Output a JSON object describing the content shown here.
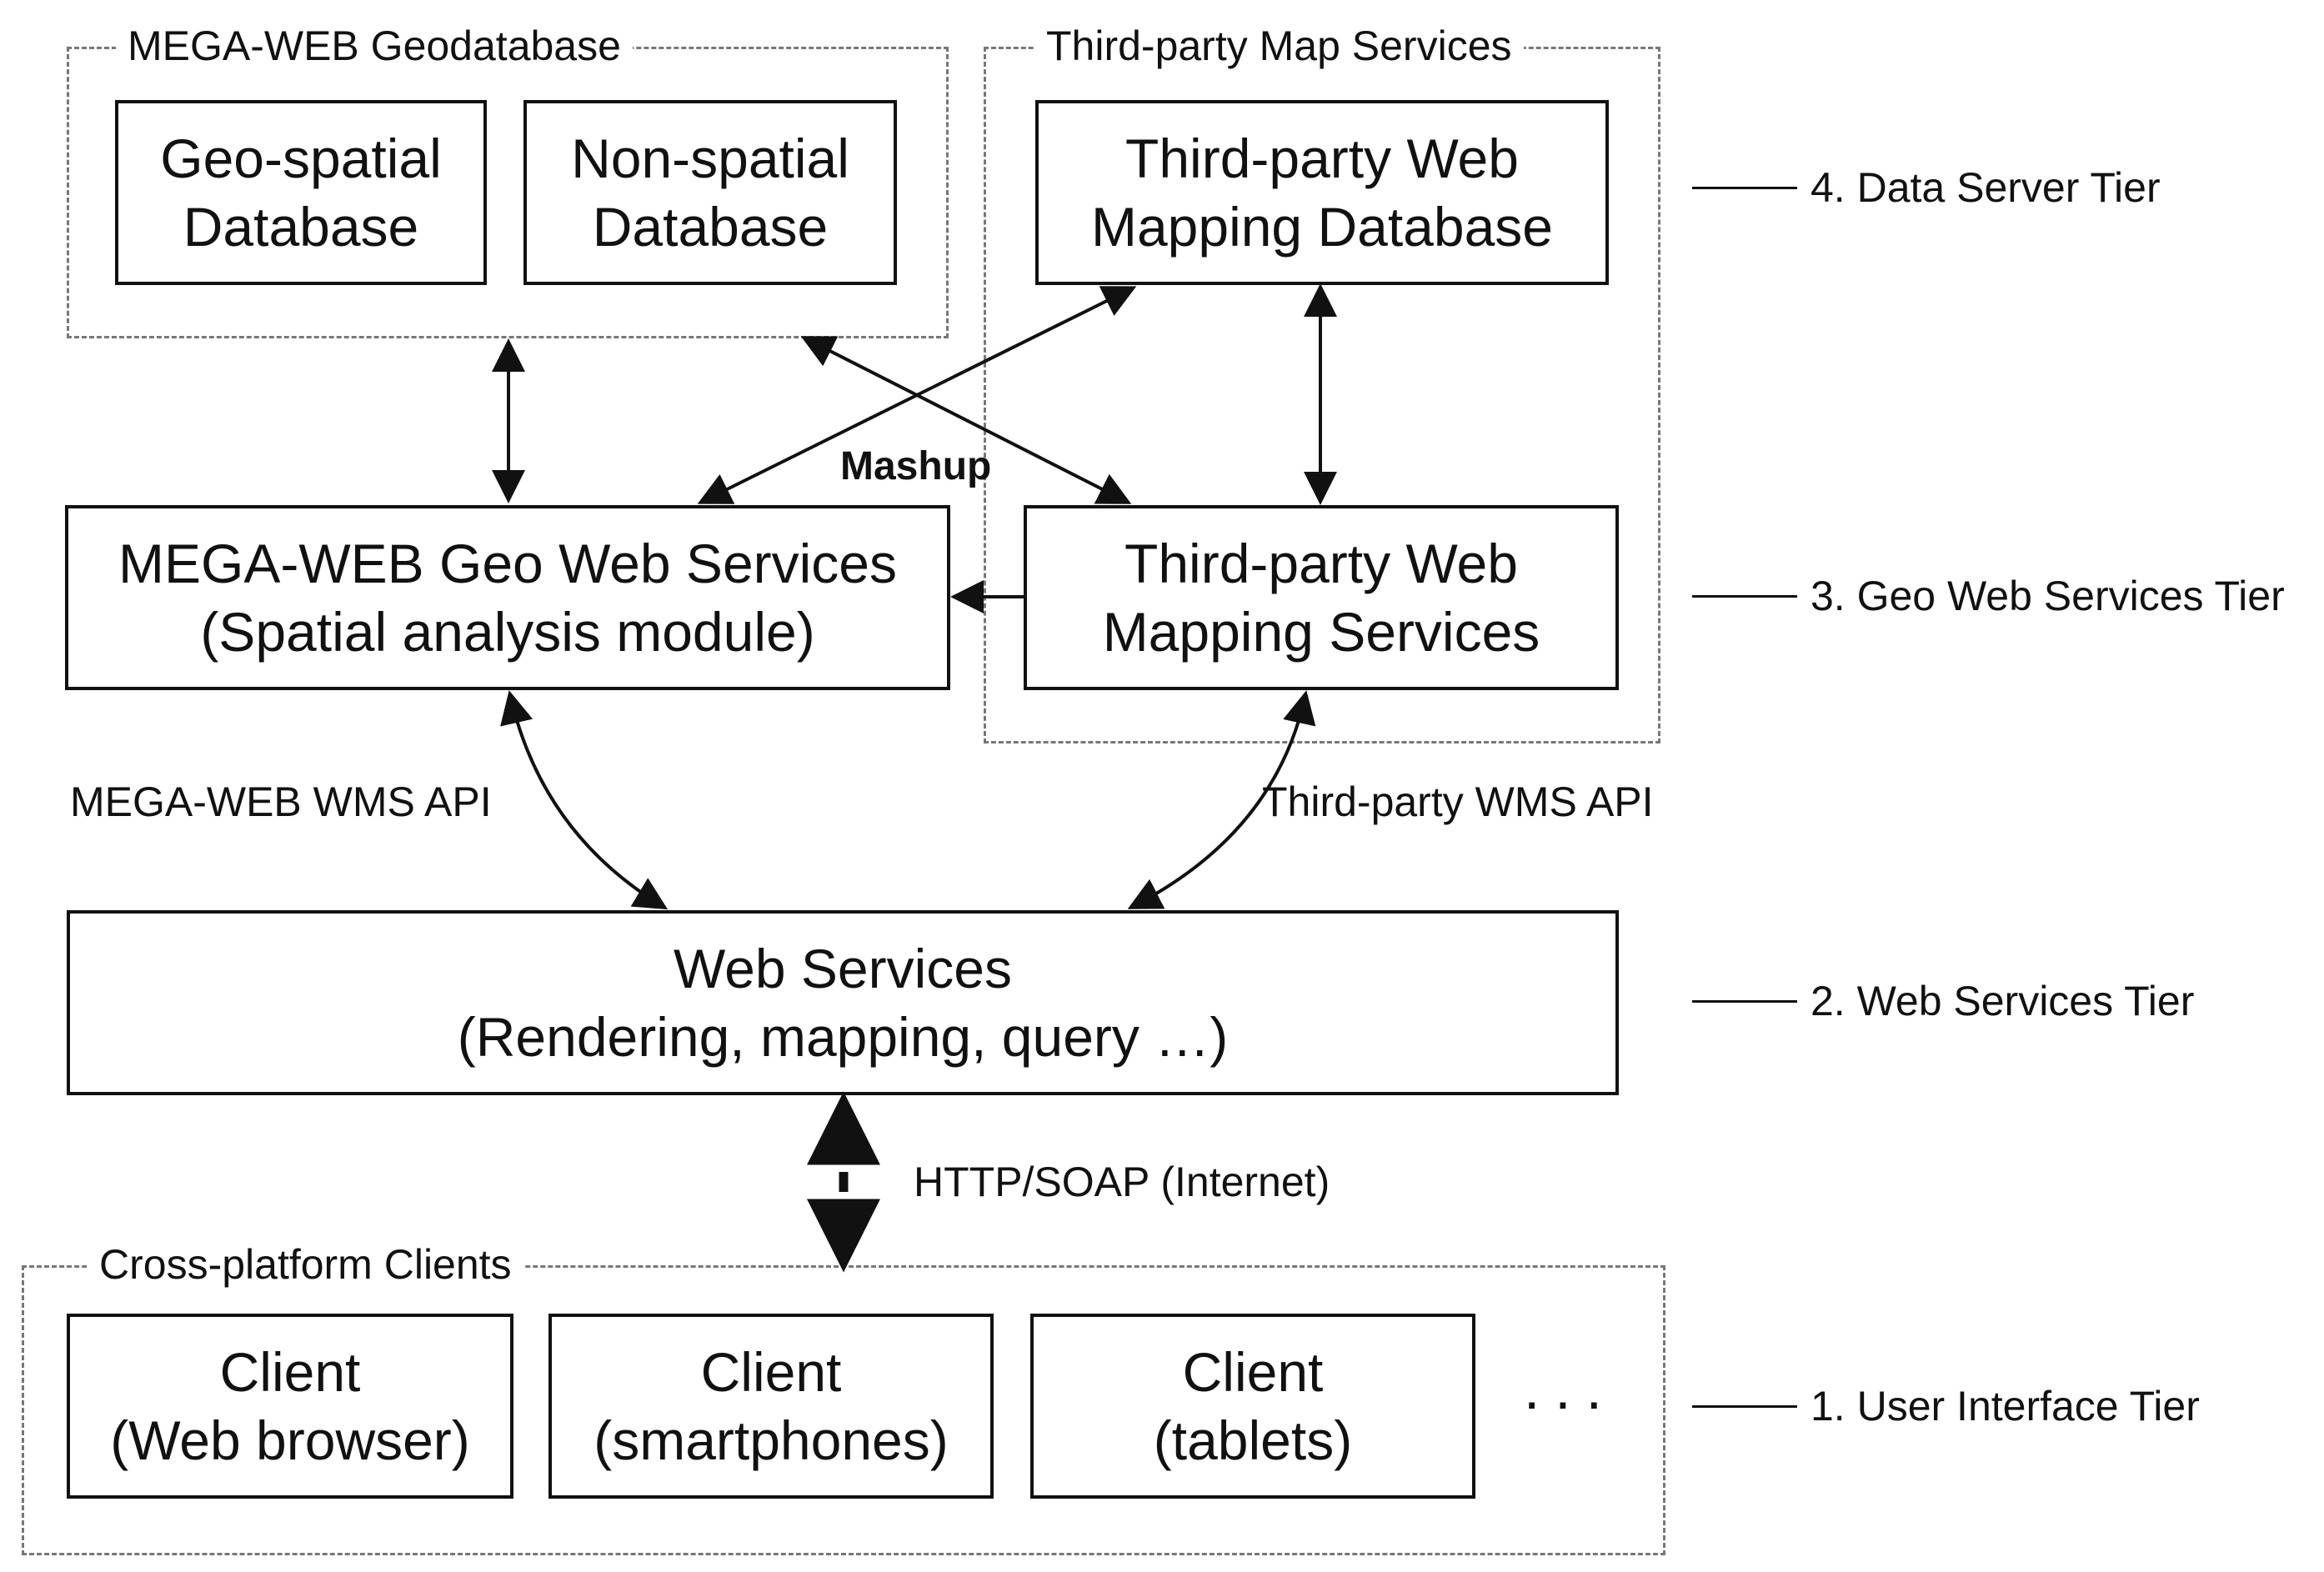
{
  "groups": {
    "geodatabase": "MEGA-WEB Geodatabase",
    "third_party": "Third-party Map Services",
    "clients": "Cross-platform Clients"
  },
  "boxes": {
    "geospatial_db": [
      "Geo-spatial",
      "Database"
    ],
    "nonspatial_db": [
      "Non-spatial",
      "Database"
    ],
    "tp_mapping_db": [
      "Third-party Web",
      "Mapping Database"
    ],
    "megaweb_geo_ws": [
      "MEGA-WEB Geo Web Services",
      "(Spatial analysis module)"
    ],
    "tp_mapping_services": [
      "Third-party Web",
      "Mapping Services"
    ],
    "web_services": [
      "Web Services",
      "(Rendering, mapping, query …)"
    ],
    "client_browser": [
      "Client",
      "(Web browser)"
    ],
    "client_smartphones": [
      "Client",
      "(smartphones)"
    ],
    "client_tablets": [
      "Client",
      "(tablets)"
    ]
  },
  "tiers": {
    "t4": "4. Data Server Tier",
    "t3": "3. Geo Web Services Tier",
    "t2": "2. Web Services Tier",
    "t1": "1. User Interface Tier"
  },
  "labels": {
    "mashup": "Mashup",
    "megaweb_wms_api": "MEGA-WEB WMS API",
    "tp_wms_api": "Third-party WMS API",
    "http_soap": "HTTP/SOAP (Internet)",
    "ellipsis": "···"
  }
}
